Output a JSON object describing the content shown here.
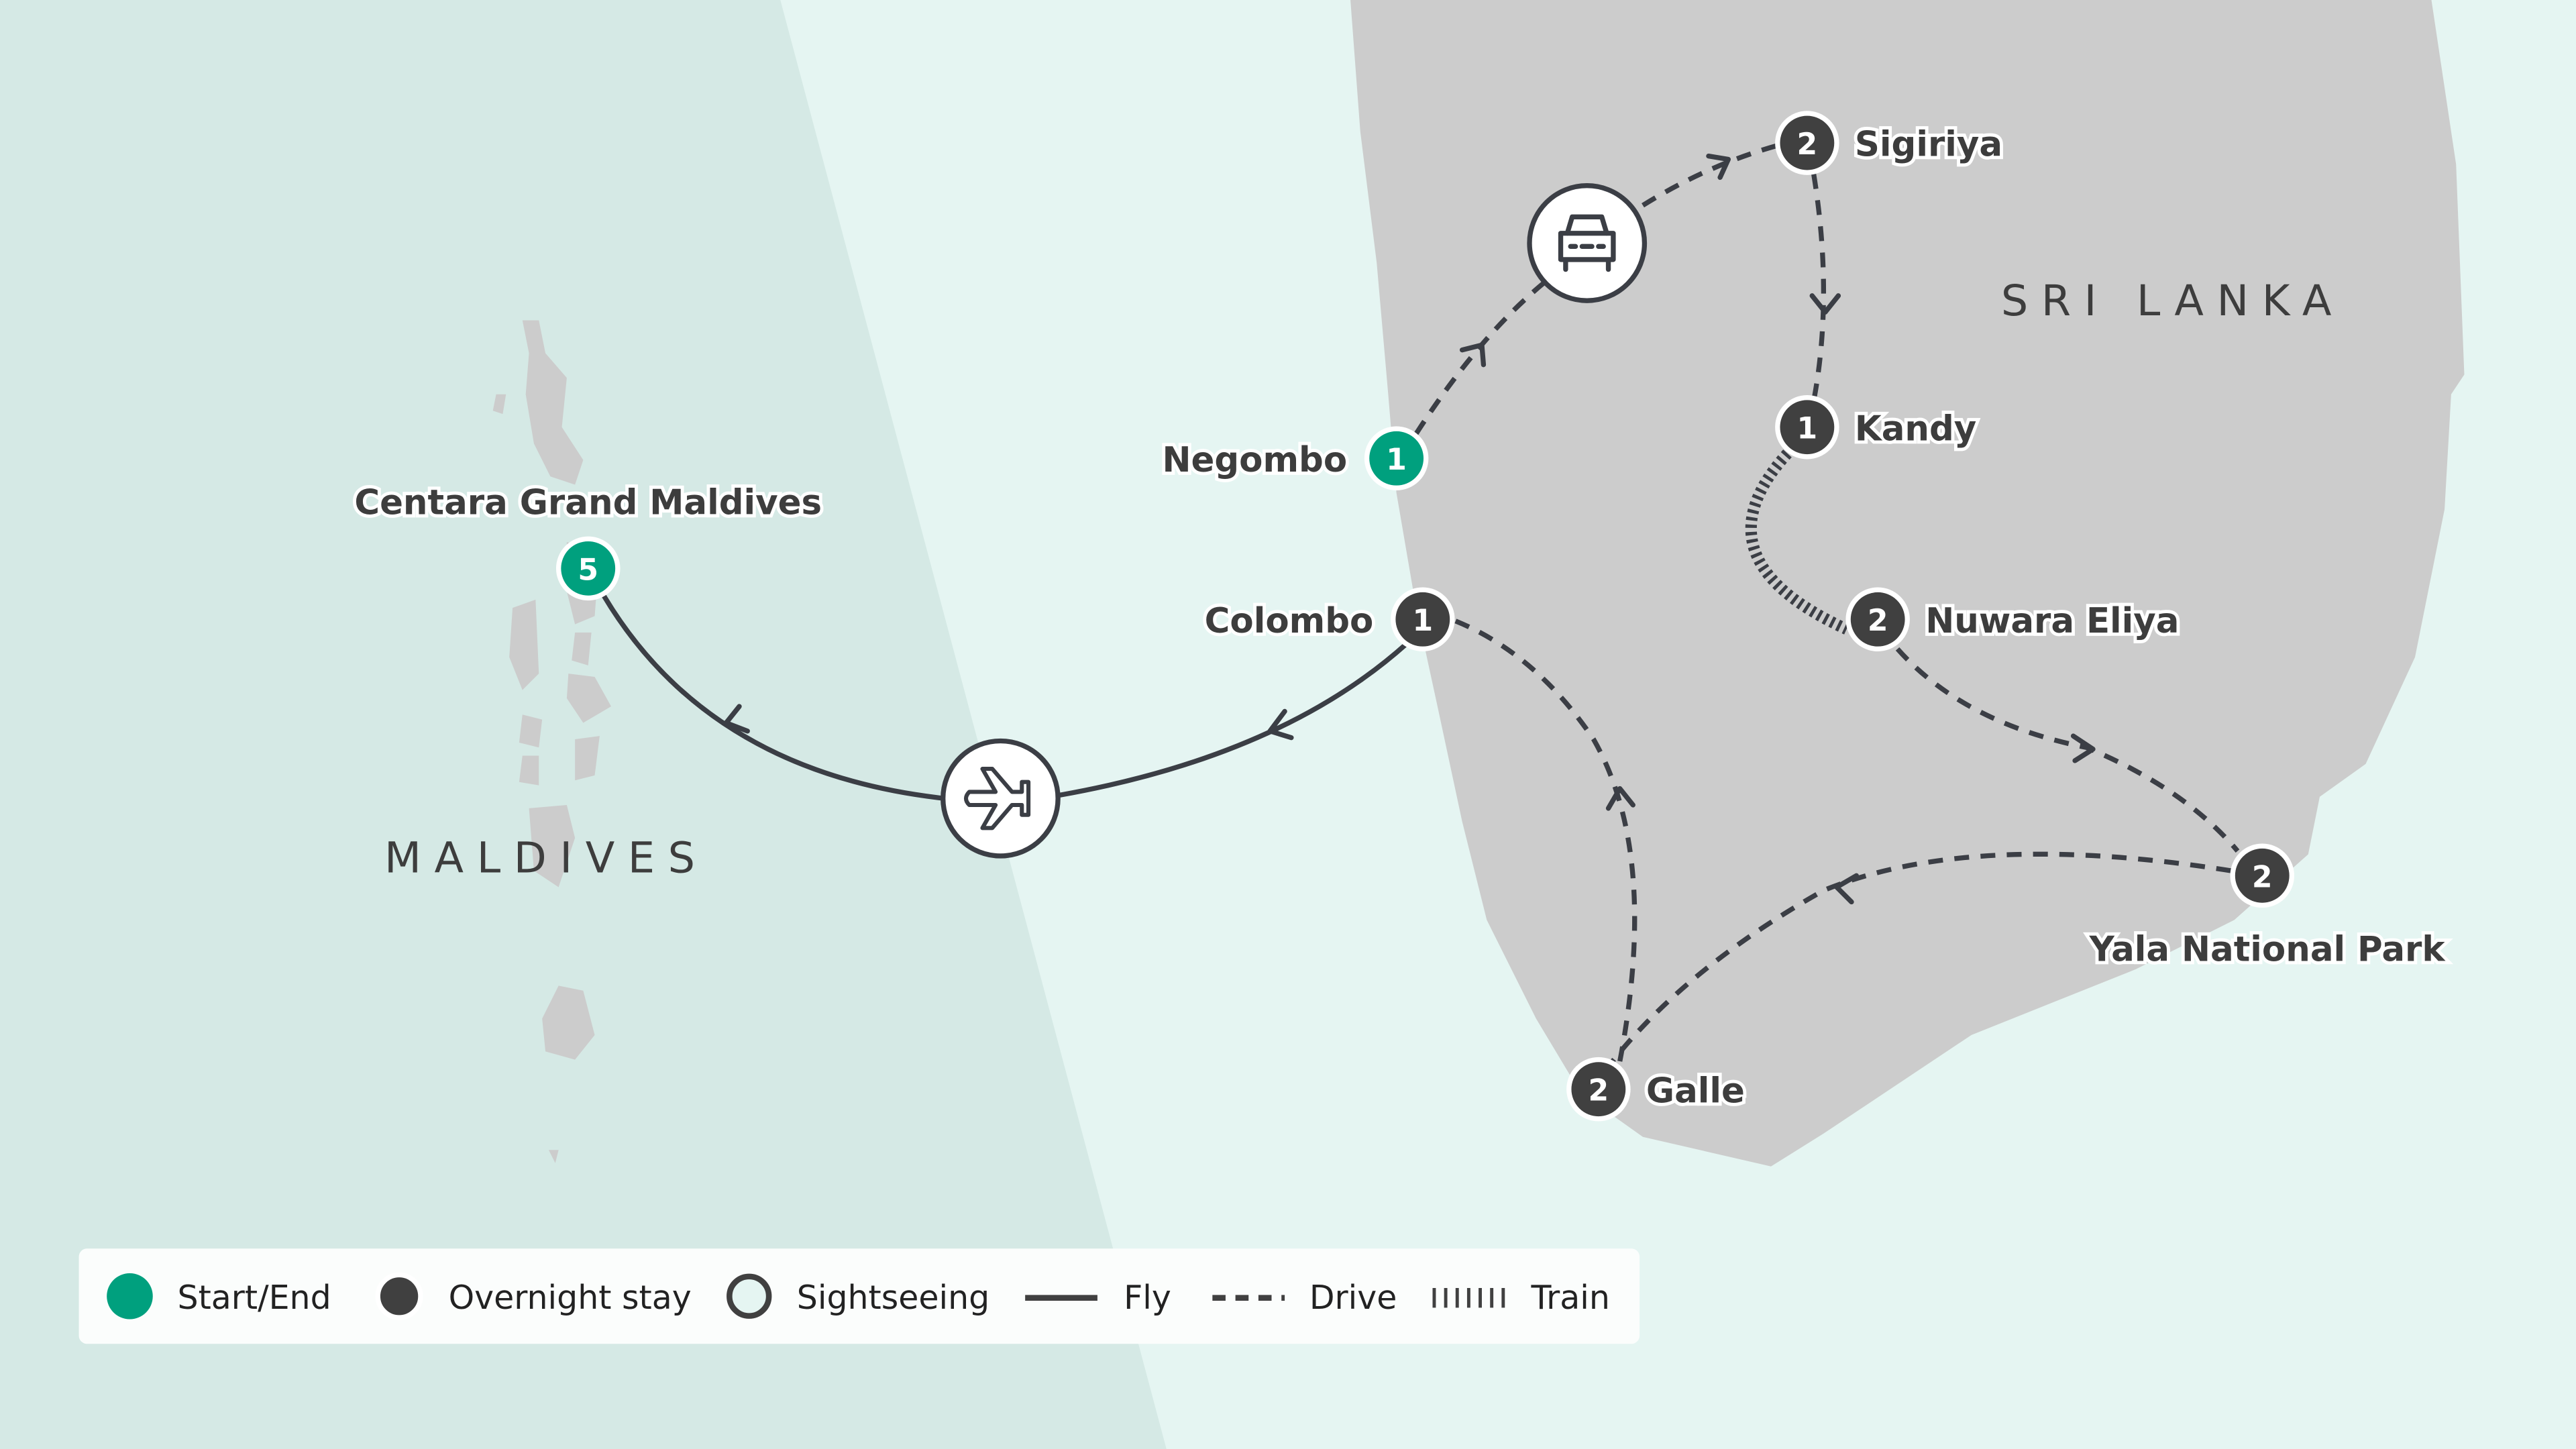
{
  "map": {
    "countries": {
      "sri_lanka": "SRI LANKA",
      "maldives": "MALDIVES"
    },
    "stops": [
      {
        "name": "Centara Grand Maldives",
        "nights": "5",
        "type": "start-end"
      },
      {
        "name": "Negombo",
        "nights": "1",
        "type": "start-end"
      },
      {
        "name": "Colombo",
        "nights": "1",
        "type": "overnight"
      },
      {
        "name": "Sigiriya",
        "nights": "2",
        "type": "overnight"
      },
      {
        "name": "Kandy",
        "nights": "1",
        "type": "overnight"
      },
      {
        "name": "Nuwara Eliya",
        "nights": "2",
        "type": "overnight"
      },
      {
        "name": "Yala National Park",
        "nights": "2",
        "type": "overnight"
      },
      {
        "name": "Galle",
        "nights": "2",
        "type": "overnight"
      }
    ],
    "transport_icons": [
      "plane-icon",
      "car-icon"
    ]
  },
  "legend": {
    "start_end": "Start/End",
    "overnight": "Overnight stay",
    "sightseeing": "Sightseeing",
    "fly": "Fly",
    "drive": "Drive",
    "train": "Train"
  },
  "colors": {
    "start_end": "#00a07e",
    "overnight": "#404040",
    "land": "#cccccc",
    "sea": "#e5f5f2",
    "sea_dark": "#d5e9e5",
    "route": "#3b3e45"
  }
}
